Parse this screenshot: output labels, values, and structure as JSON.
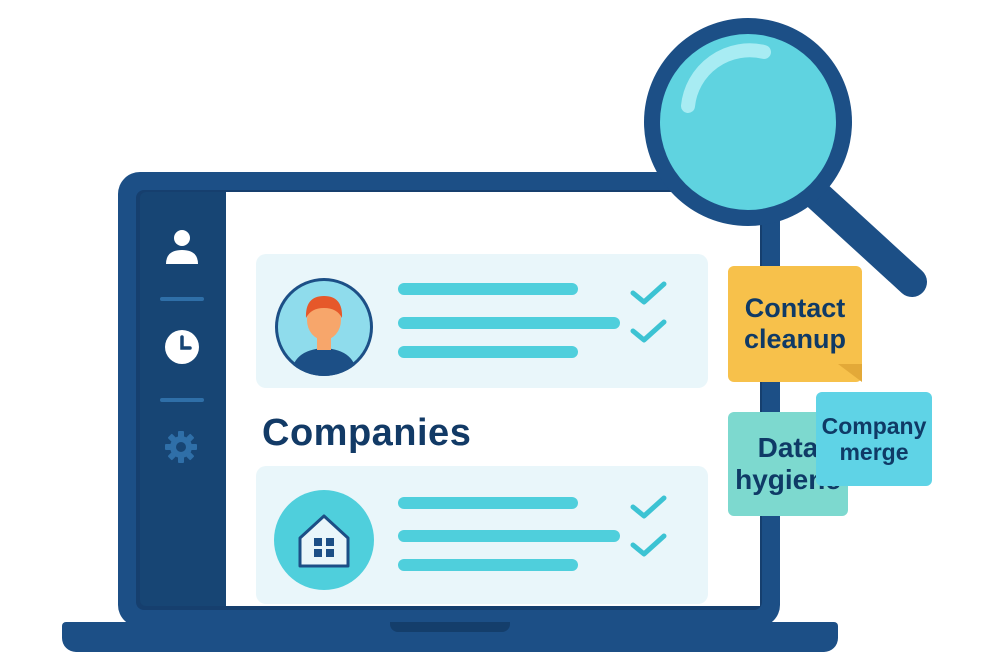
{
  "main": {
    "heading": "Companies"
  },
  "tags": {
    "contact_cleanup": [
      "Contact",
      "cleanup"
    ],
    "data_hygiene": [
      "Data",
      "hygiene"
    ],
    "company_merge": [
      "Company",
      "merge"
    ]
  },
  "icons": {
    "sidebar": [
      "user-icon",
      "clock-icon",
      "gear-icon"
    ],
    "contact_avatar": "person-avatar-icon",
    "company_avatar": "house-icon",
    "magnifier": "magnifying-glass-icon"
  },
  "colors": {
    "laptop": "#1c4f86",
    "accent": "#4fcfdc",
    "note_orange": "#f7c14b",
    "note_teal": "#7dd9cf",
    "note_cyan": "#5fd3e6"
  }
}
